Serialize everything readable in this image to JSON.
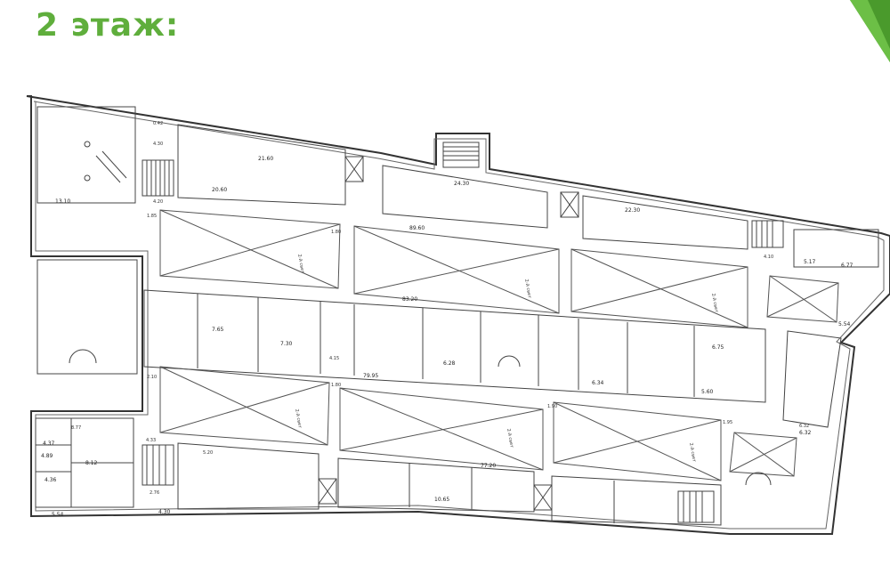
{
  "header": {
    "title": "2 этаж:",
    "title_color": "#5fae3c",
    "accent_color": "#4a9a2c"
  },
  "floor_plan": {
    "rooms": [
      {
        "id": "r1",
        "area": "13.10"
      },
      {
        "id": "r2",
        "area": "21.60"
      },
      {
        "id": "r3",
        "area": "20.60"
      },
      {
        "id": "r4",
        "area": "24.30"
      },
      {
        "id": "r5",
        "area": "22.30"
      },
      {
        "id": "r6",
        "area": "7.65"
      },
      {
        "id": "r7",
        "area": "7.30"
      },
      {
        "id": "r8",
        "area": "6.28"
      },
      {
        "id": "r9",
        "area": "6.34"
      },
      {
        "id": "r10",
        "area": "5.60"
      },
      {
        "id": "r11",
        "area": "6.75"
      },
      {
        "id": "r12",
        "area": "5.17"
      },
      {
        "id": "r13",
        "area": "6.77"
      },
      {
        "id": "r14",
        "area": "5.54"
      },
      {
        "id": "r15",
        "area": "4.37"
      },
      {
        "id": "r16",
        "area": "4.89"
      },
      {
        "id": "r17",
        "area": "8.12"
      },
      {
        "id": "r18",
        "area": "4.36"
      },
      {
        "id": "r19",
        "area": "5.54"
      },
      {
        "id": "r20",
        "area": "4.30"
      },
      {
        "id": "r21",
        "area": "10.65"
      },
      {
        "id": "r22",
        "area": "77.20"
      },
      {
        "id": "r23",
        "area": "89.60"
      },
      {
        "id": "r24",
        "area": "83.20"
      },
      {
        "id": "r25",
        "area": "79.95"
      },
      {
        "id": "r26",
        "area": "6.32"
      }
    ],
    "void_label": "2-й свет",
    "small_labels": [
      "0.42",
      "4.30",
      "4.20",
      "1.85",
      "1.80",
      "2.10",
      "4.15",
      "1.80",
      "1.90",
      "1.95",
      "5.20",
      "8.77",
      "4.33",
      "2.76",
      "4.10",
      "6.32"
    ]
  }
}
